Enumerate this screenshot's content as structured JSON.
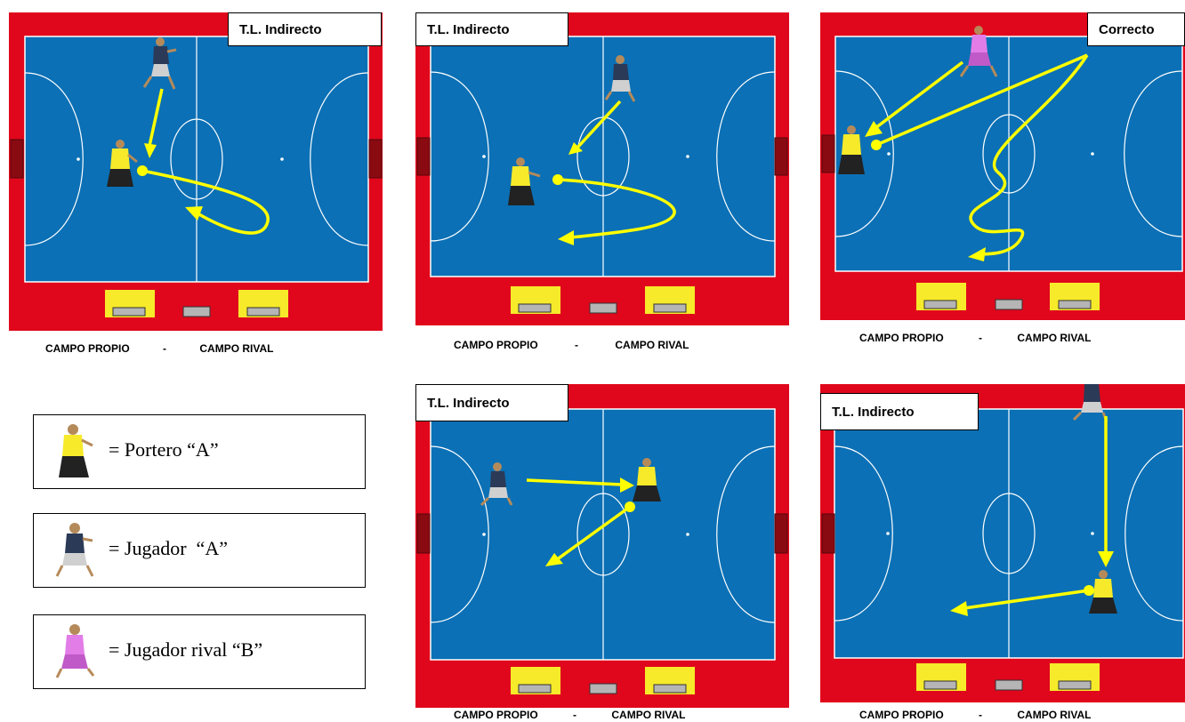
{
  "panels": [
    {
      "label": "T.L. Indirecto",
      "caption": {
        "left": "CAMPO PROPIO",
        "sep": "-",
        "right": "CAMPO RIVAL"
      }
    },
    {
      "label": "T.L. Indirecto",
      "caption": {
        "left": "CAMPO PROPIO",
        "sep": "-",
        "right": "CAMPO RIVAL"
      }
    },
    {
      "label": "Correcto",
      "caption": {
        "left": "CAMPO PROPIO",
        "sep": "-",
        "right": "CAMPO RIVAL"
      }
    },
    {
      "label": "T.L. Indirecto",
      "caption": {
        "left": "CAMPO PROPIO",
        "sep": "-",
        "right": "CAMPO RIVAL"
      }
    },
    {
      "label": "T.L. Indirecto",
      "caption": {
        "left": "CAMPO PROPIO",
        "sep": "-",
        "right": "CAMPO RIVAL"
      }
    }
  ],
  "legend": [
    {
      "text": "= Portero “A”",
      "icon": "goalkeeper-a-icon"
    },
    {
      "text": "= Jugador  “A”",
      "icon": "player-a-icon"
    },
    {
      "text": "= Jugador rival “B”",
      "icon": "rival-player-b-icon"
    }
  ],
  "colors": {
    "surround": "#e0071c",
    "court": "#0b70b5",
    "lines": "#ffffff",
    "arrow": "#ffff00",
    "goalkeeper_shirt": "#f6ea2a",
    "player_a_shirt": "#2b3a57",
    "rival_shirt": "#e27de8"
  }
}
